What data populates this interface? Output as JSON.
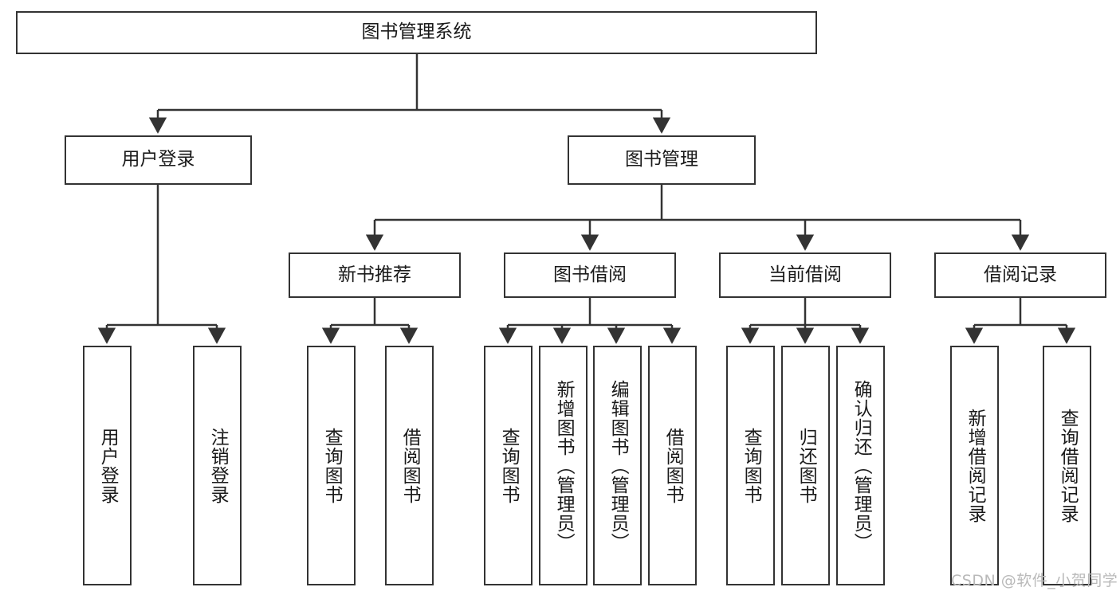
{
  "diagram": {
    "title": "图书管理系统",
    "type": "tree-hierarchy",
    "watermark": "CSDN @软件_小贺同学",
    "colors": {
      "box_border": "#333333",
      "box_fill": "#ffffff",
      "edge": "#333333",
      "text": "#1a1a1a",
      "watermark": "#b9b9b9"
    },
    "nodes": {
      "root": {
        "label": "图书管理系统"
      },
      "level2": [
        {
          "id": "user-login",
          "label": "用户登录"
        },
        {
          "id": "book-manage",
          "label": "图书管理"
        }
      ],
      "level3": [
        {
          "id": "new-book-recommend",
          "label": "新书推荐"
        },
        {
          "id": "book-borrow",
          "label": "图书借阅"
        },
        {
          "id": "current-borrow",
          "label": "当前借阅"
        },
        {
          "id": "borrow-record",
          "label": "借阅记录"
        }
      ],
      "leaves": {
        "user-login": [
          {
            "id": "leaf-user-login",
            "label": "用户登录"
          },
          {
            "id": "leaf-logout",
            "label": "注销登录"
          }
        ],
        "new-book-recommend": [
          {
            "id": "leaf-query-book-1",
            "label": "查询图书"
          },
          {
            "id": "leaf-borrow-book-1",
            "label": "借阅图书"
          }
        ],
        "book-borrow": [
          {
            "id": "leaf-query-book-2",
            "label": "查询图书"
          },
          {
            "id": "leaf-add-book",
            "label": "新增图书（管理员）"
          },
          {
            "id": "leaf-edit-book",
            "label": "编辑图书（管理员）"
          },
          {
            "id": "leaf-borrow-book-2",
            "label": "借阅图书"
          }
        ],
        "current-borrow": [
          {
            "id": "leaf-query-book-3",
            "label": "查询图书"
          },
          {
            "id": "leaf-return-book",
            "label": "归还图书"
          },
          {
            "id": "leaf-confirm-return",
            "label": "确认归还（管理员）"
          }
        ],
        "borrow-record": [
          {
            "id": "leaf-add-record",
            "label": "新增借阅记录"
          },
          {
            "id": "leaf-query-record",
            "label": "查询借阅记录"
          }
        ]
      }
    }
  }
}
